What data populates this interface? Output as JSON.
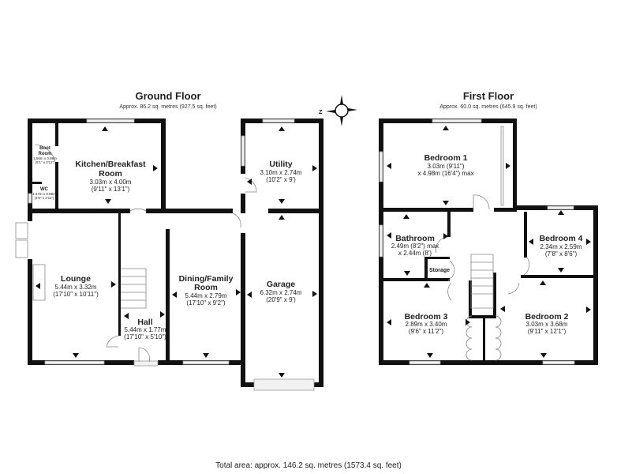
{
  "ground_floor": {
    "title": "Ground Floor",
    "area": "Approx. 86.2 sq. metres (927.5 sq. feet)",
    "rooms": {
      "boot_room": {
        "name1": "Boot",
        "name2": "Room",
        "dims_m": "1.56m x 0.88m",
        "dims_ft": "(5'1\" x 2'11\")"
      },
      "wc": {
        "name": "WC",
        "dims_m": "1.37m x 0.88m",
        "dims_ft": "(4'6\" x 2'11\")"
      },
      "kitchen": {
        "name1": "Kitchen/Breakfast",
        "name2": "Room",
        "dims_m": "3.03m x 4.00m",
        "dims_ft": "(9'11\" x 13'1\")"
      },
      "utility": {
        "name": "Utility",
        "dims_m": "3.10m x 2.74m",
        "dims_ft": "(10'2\" x 9')"
      },
      "lounge": {
        "name": "Lounge",
        "dims_m": "5.44m x 3.32m",
        "dims_ft": "(17'10\" x 10'11\")"
      },
      "hall": {
        "name": "Hall",
        "dims_m": "5.44m x 1.77m",
        "dims_ft": "(17'10\" x 5'10\")"
      },
      "dining": {
        "name1": "Dining/Family",
        "name2": "Room",
        "dims_m": "5.44m x 2.79m",
        "dims_ft": "(17'10\" x 9'2\")"
      },
      "garage": {
        "name": "Garage",
        "dims_m": "6.32m x 2.74m",
        "dims_ft": "(20'9\" x 9')"
      }
    }
  },
  "compass": {
    "label": "Z"
  },
  "first_floor": {
    "title": "First Floor",
    "area": "Approx. 60.0 sq. metres (645.9 sq. feet)",
    "rooms": {
      "bedroom1": {
        "name": "Bedroom 1",
        "dims_1": "3.03m (9'11\")",
        "dims_2": "x 4.98m (16'4\") max"
      },
      "bathroom": {
        "name": "Bathroom",
        "dims_1": "2.49m (8'2\") max",
        "dims_2": "x 2.44m (8')"
      },
      "storage": {
        "name": "Storage"
      },
      "bedroom4": {
        "name": "Bedroom 4",
        "dims_m": "2.34m x 2.59m",
        "dims_ft": "(7'8\" x 8'6\")"
      },
      "bedroom3": {
        "name": "Bedroom 3",
        "dims_m": "2.89m x 3.40m",
        "dims_ft": "(9'6\" x 11'2\")"
      },
      "bedroom2": {
        "name": "Bedroom 2",
        "dims_m": "3.03m x 3.68m",
        "dims_ft": "(9'11\" x 12'1\")"
      }
    }
  },
  "total_area": "Total area: approx. 146.2 sq. metres (1573.4 sq. feet)"
}
